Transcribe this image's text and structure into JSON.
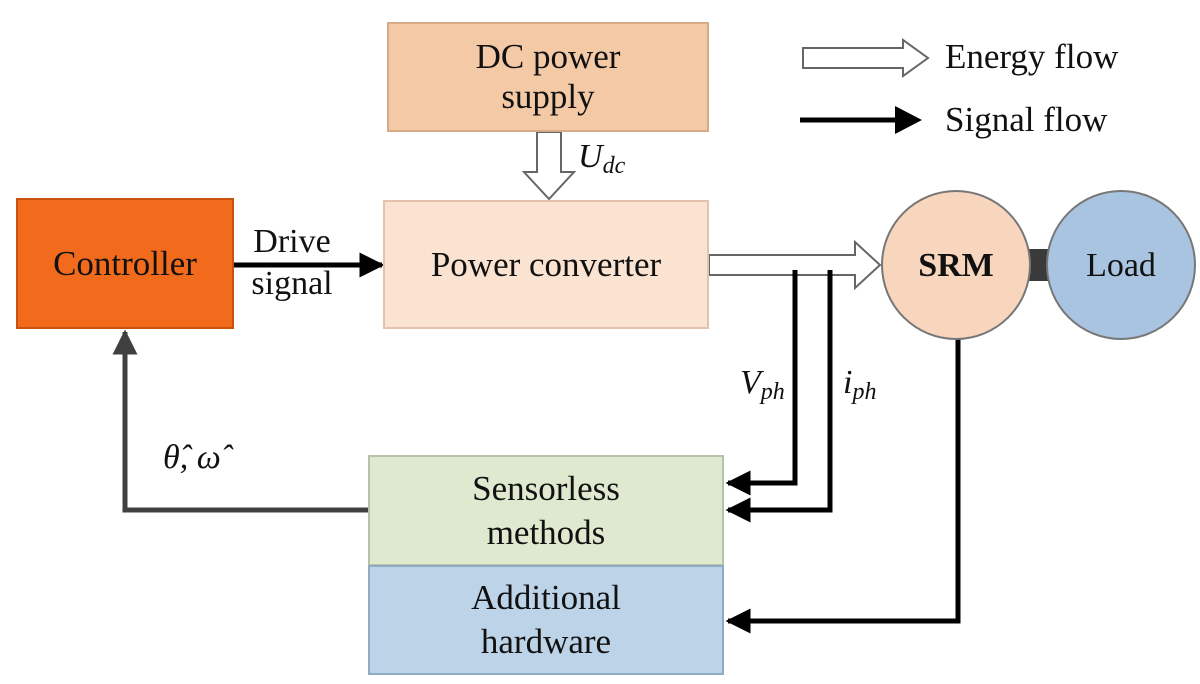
{
  "legend": {
    "energy_flow": "Energy flow",
    "signal_flow": "Signal flow"
  },
  "blocks": {
    "dc_power_supply": {
      "line1": "DC power",
      "line2": "supply"
    },
    "power_converter": "Power converter",
    "controller": "Controller",
    "srm": "SRM",
    "load": "Load",
    "sensorless_methods": {
      "line1": "Sensorless",
      "line2": "methods"
    },
    "additional_hardware": {
      "line1": "Additional",
      "line2": "hardware"
    }
  },
  "labels": {
    "drive_signal": {
      "line1": "Drive",
      "line2": "signal"
    },
    "udc": {
      "main": "U",
      "sub": "dc"
    },
    "vph": {
      "main": "V",
      "sub": "ph"
    },
    "iph": {
      "main": "i",
      "sub": "ph"
    },
    "estimates": "θ̂, ω̂"
  },
  "colors": {
    "dc_power_supply": "#f3c9a6",
    "power_converter": "#fbe3d1",
    "controller": "#f26b1d",
    "srm": "#f8d5bd",
    "load": "#a9c4e1",
    "sensorless_methods": "#dfe9cf",
    "additional_hardware": "#bdd3e8",
    "signal_line": "#000000",
    "feedback_line": "#404040"
  }
}
